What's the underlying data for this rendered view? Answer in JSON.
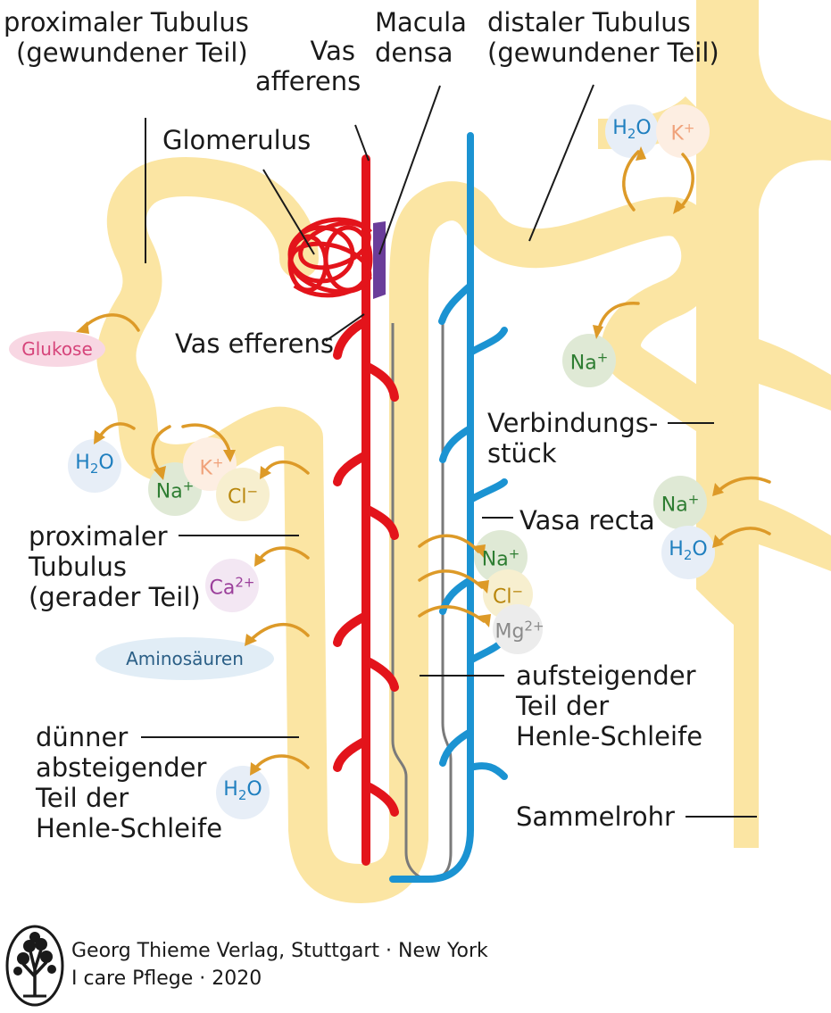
{
  "labels": {
    "prox_conv": [
      "proximaler Tubulus",
      "(gewundener Teil)"
    ],
    "vas_aff": [
      "Vas",
      "afferens"
    ],
    "macula": [
      "Macula",
      "densa"
    ],
    "dist_conv": [
      "distaler Tubulus",
      "(gewundener Teil)"
    ],
    "glomerulus": "Glomerulus",
    "vas_eff": "Vas efferens",
    "verbindung": [
      "Verbindungs-",
      "stück"
    ],
    "vasa_recta": "Vasa recta",
    "prox_straight": [
      "proximaler",
      "Tubulus",
      "(gerader Teil)"
    ],
    "thin_desc": [
      "dünner",
      "absteigender",
      "Teil der",
      "Henle-Schleife"
    ],
    "asc": [
      "aufsteigender",
      "Teil der",
      "Henle-Schleife"
    ],
    "sammelrohr": "Sammelrohr"
  },
  "substances": {
    "glukose": "Glukose",
    "aminosaeuren": "Aminosäuren"
  },
  "ions": {
    "h2o": "H2O",
    "k": "K+",
    "na": "Na+",
    "cl": "Cl−",
    "ca": "Ca2+",
    "mg": "Mg2+"
  },
  "footer": {
    "publisher": "Georg Thieme Verlag, Stuttgart · New York",
    "book": "I care Pflege · 2020"
  },
  "colors": {
    "tubule": "#fbe5a3",
    "artery": "#e3141b",
    "vein": "#1b93d2",
    "loop_outline": "#7a7a7a",
    "macula": "#6a3d9a",
    "arrow": "#dd9a28",
    "na_text": "#2e7d32",
    "na_bg": "#dfe9d5",
    "h2o_text": "#1f7fbf",
    "h2o_bg": "#e7eef7",
    "k_text": "#f0a27a",
    "k_bg": "#fdeee2",
    "cl_text": "#b8860b",
    "cl_bg": "#f7efcf",
    "ca_text": "#9b3f9b",
    "ca_bg": "#f3e7f3",
    "mg_text": "#8a8a8a",
    "mg_bg": "#ececec",
    "glukose_text": "#d6447a",
    "glukose_bg": "#f8d7e3",
    "amino_text": "#2b5f86",
    "amino_bg": "#e1edf6"
  }
}
